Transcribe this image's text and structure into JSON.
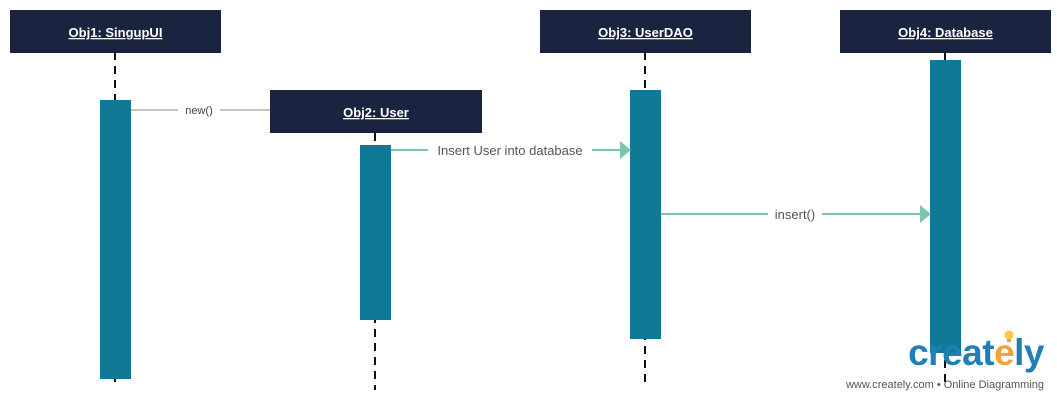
{
  "diagram": {
    "objects": [
      {
        "id": "obj1",
        "label": "Obj1: SingupUI"
      },
      {
        "id": "obj2",
        "label": "Obj2: User"
      },
      {
        "id": "obj3",
        "label": "Obj3: UserDAO"
      },
      {
        "id": "obj4",
        "label": "Obj4: Database"
      }
    ],
    "messages": [
      {
        "from": "obj1",
        "to": "obj2",
        "label": "new()",
        "kind": "create"
      },
      {
        "from": "obj2",
        "to": "obj3",
        "label": "Insert User into database",
        "kind": "call"
      },
      {
        "from": "obj3",
        "to": "obj4",
        "label": "insert()",
        "kind": "call"
      }
    ],
    "colors": {
      "header": "#1a2440",
      "activation": "#107a96",
      "arrow": "#7dc4b0",
      "create_line": "#888888",
      "lifeline": "#111111"
    }
  },
  "branding": {
    "logo_main": "creat",
    "logo_accent": "e",
    "logo_tail": "ly",
    "tagline": "www.creately.com • Online Diagramming",
    "bulb_icon": "lightbulb-icon"
  }
}
